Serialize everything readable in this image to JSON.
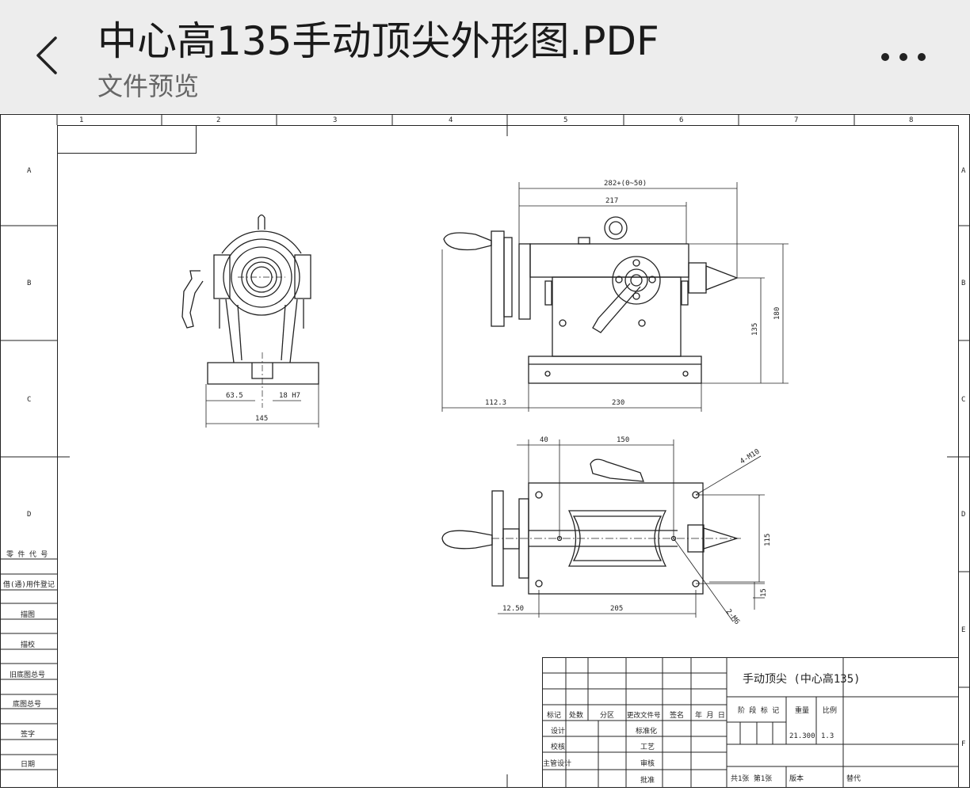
{
  "header": {
    "title": "中心高135手动顶尖外形图.PDF",
    "subtitle": "文件预览",
    "back_icon": "chevron-left-icon",
    "more_icon": "more-horizontal-icon"
  },
  "drawing": {
    "col_numbers": [
      "1",
      "2",
      "3",
      "4",
      "5",
      "6",
      "7",
      "8"
    ],
    "row_letters": [
      "A",
      "B",
      "C",
      "D",
      "E",
      "F"
    ],
    "side_labels": [
      "零 件 代 号",
      "借(通)用件登记",
      "描图",
      "描校",
      "旧底图总号",
      "底图总号",
      "签字",
      "日期"
    ],
    "dims": {
      "d282": "282+(0~50)",
      "d217": "217",
      "d180": "180",
      "d135": "135",
      "d112": "112.3",
      "d230": "230",
      "d63": "63.5",
      "d18": "18 H7",
      "d145": "145",
      "d40": "40",
      "d150": "150",
      "dm10": "4-M10",
      "d115": "115",
      "d15": "15",
      "d1250": "12.50",
      "d205": "205",
      "dm6": "2-M6"
    },
    "title_block": {
      "name": "手动顶尖 (中心高135)",
      "h_mark": "标记",
      "h_count": "处数",
      "h_zone": "分区",
      "h_docno": "更改文件号",
      "h_sign": "签名",
      "h_date": "年 月 日",
      "r_design": "设计",
      "r_std": "标准化",
      "r_check": "校核",
      "r_proc": "工艺",
      "r_chief": "主管设计",
      "r_review": "审核",
      "r_approve": "批准",
      "stage": "阶 段 标 记",
      "weight_label": "重量",
      "scale_label": "比例",
      "weight": "21.300",
      "scale": "1.3",
      "sheets": "共1张  第1张",
      "version": "版本",
      "replace": "替代"
    }
  }
}
